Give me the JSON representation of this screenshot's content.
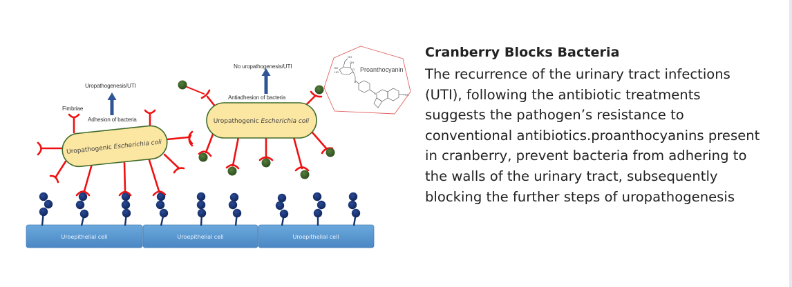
{
  "figure": {
    "labels": {
      "uropathogenesis": "Uropathogenesis/UTI",
      "fimbriae": "Fimbriae",
      "adhesion": "Adhesion of bacteria",
      "no_uropathogenesis": "No uropathogenesis/UTI",
      "antiadhesion": "Antiadhesion of bacteria",
      "proanthocyanin": "Proanthocyanin"
    },
    "bacteria": [
      {
        "name_plain": "Uropathogenic ",
        "name_italic": "Escherichia coli"
      },
      {
        "name_plain": "Uropathogenic ",
        "name_italic": "Escherichia coli"
      }
    ],
    "cells": [
      "Uroepithelial cell",
      "Uroepithelial cell",
      "Uroepithelial cell"
    ],
    "chem_groups": {
      "oh1": "OH",
      "oh2": "OH",
      "ho1": "HO",
      "ho2": "HO",
      "o1": "O",
      "o2": "O",
      "n": "N",
      "no2": "NO₂"
    },
    "colors": {
      "fimbria": "#ee1111",
      "bacterium_fill": "#fbe6a2",
      "bacterium_stroke": "#3f6b2a",
      "receptor": "#17306e",
      "cell": "#5b9bd5",
      "arrow": "#2f5597",
      "proanthocyanin_dot": "#3c6529",
      "heptagon": "#e06060"
    }
  },
  "article": {
    "title": "Cranberry Blocks Bacteria",
    "body": "The recurrence of the urinary tract infections (UTI), following the antibiotic treatments suggests the pathogen’s resistance to conventional antibiotics.proanthocyanins present in cranberry, prevent bacteria from adhering to the walls of the urinary tract, subsequently blocking the further steps of uropathogenesis"
  }
}
